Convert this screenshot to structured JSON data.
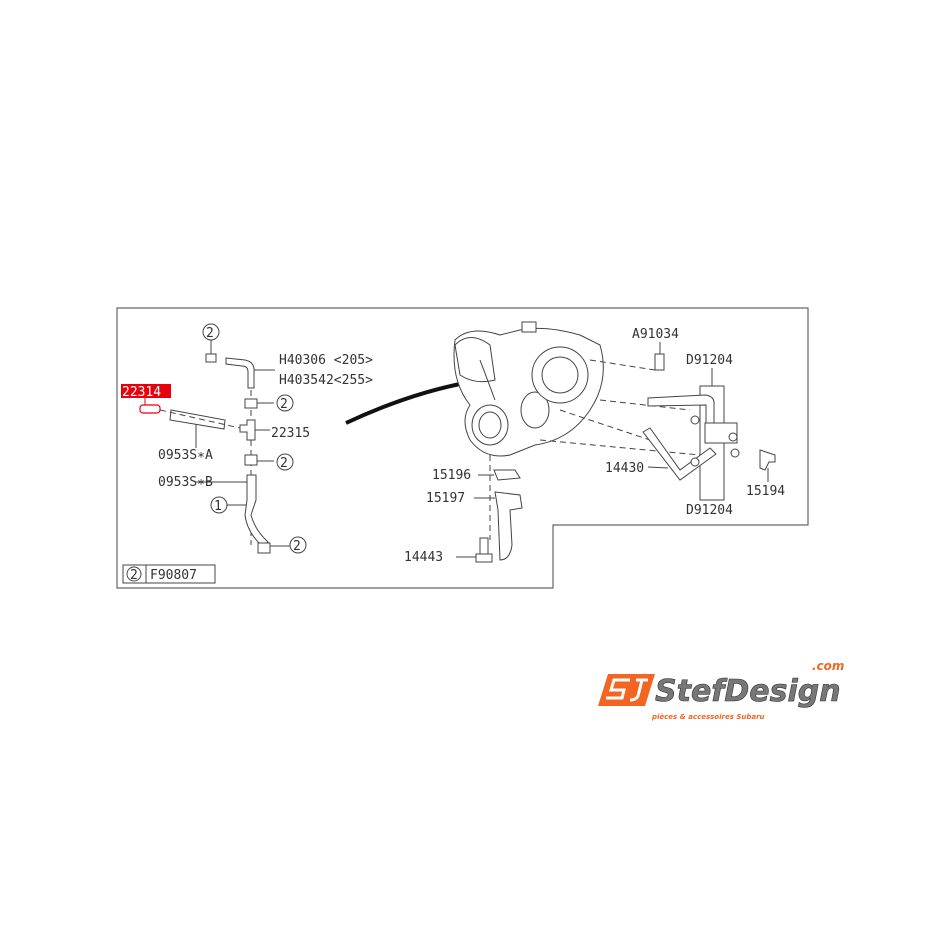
{
  "diagram": {
    "highlight_color": "#e8000b",
    "callouts": {
      "highlighted_part": "22314",
      "tee": "22315",
      "hose_a": "0953S∗A",
      "hose_b": "0953S∗B",
      "hose_top_1": "H40306 <205>",
      "hose_top_2": "H403542<255>",
      "stud": "A91034",
      "gasket_top": "D91204",
      "gasket_bottom": "D91204",
      "oil_pipe": "14430",
      "bolt": "15194",
      "gasket_1": "15196",
      "gasket_2": "15197",
      "bolt_2": "14443"
    },
    "ref_markers": [
      "2",
      "2",
      "2",
      "1",
      "2"
    ],
    "legend": {
      "marker": "2",
      "code": "F90807"
    }
  },
  "logo": {
    "brand": "StefDesign",
    "suffix": ".com",
    "tagline": "pièces & accessoires Subaru",
    "accent_color": "#f26522"
  }
}
